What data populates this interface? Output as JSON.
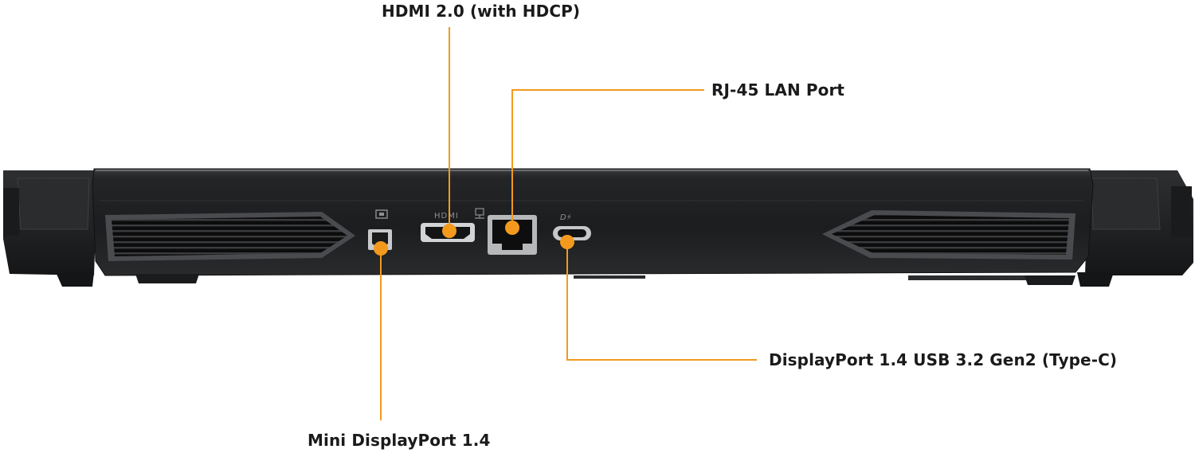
{
  "accent_color": "#f39a1e",
  "callouts": {
    "hdmi": "HDMI 2.0 (with HDCP)",
    "rj45": "RJ-45 LAN Port",
    "usb_c": "DisplayPort 1.4 USB 3.2 Gen2 (Type-C)",
    "mini_dp": "Mini DisplayPort 1.4"
  },
  "port_icons": {
    "mini_dp": "mini-displayport-icon",
    "hdmi": "hdmi-icon",
    "lan": "lan-network-icon",
    "usb_c": "displayport-usb-c-icon"
  }
}
